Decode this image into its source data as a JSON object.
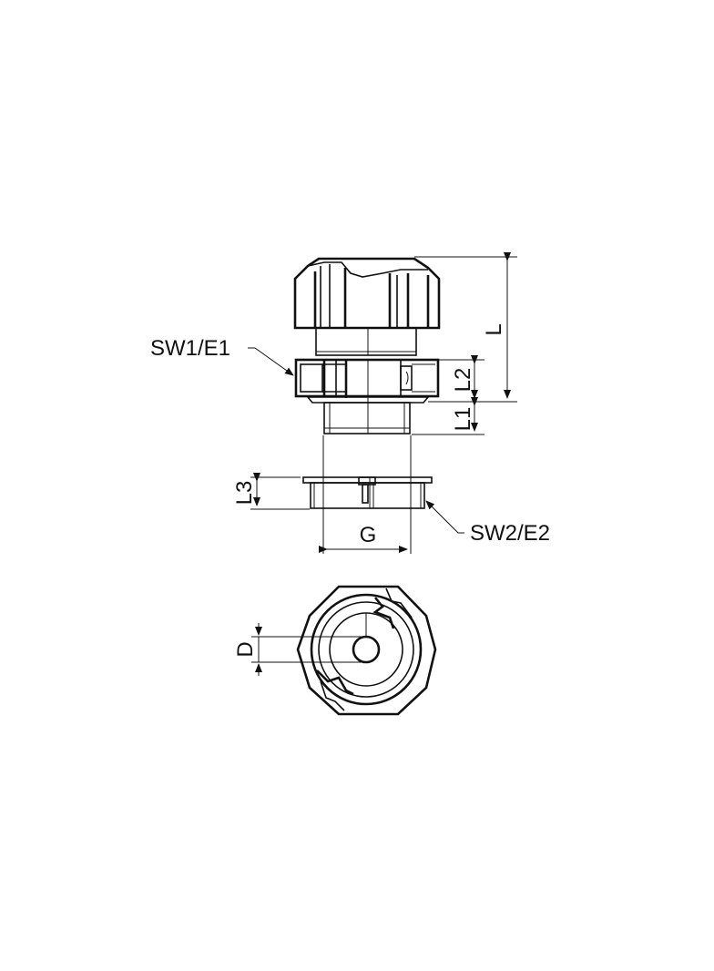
{
  "drawing": {
    "subject": "cable gland technical drawing",
    "views": [
      "side view assembled",
      "lock nut side view",
      "top view"
    ],
    "labels": {
      "sw1_e1": "SW1/E1",
      "sw2_e2": "SW2/E2",
      "L": "L",
      "L1": "L1",
      "L2": "L2",
      "L3": "L3",
      "G": "G",
      "D": "D"
    },
    "colors": {
      "line": "#111111",
      "background": "#ffffff"
    }
  }
}
